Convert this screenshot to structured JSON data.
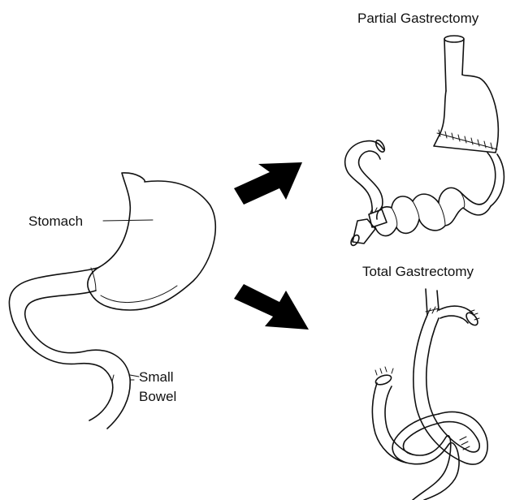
{
  "labels": {
    "partial_title": "Partial Gastrectomy",
    "total_title": "Total Gastrectomy",
    "stomach": "Stomach",
    "small_bowel_line1": "Small",
    "small_bowel_line2": "Bowel"
  },
  "colors": {
    "ink": "#111111",
    "arrow": "#000000",
    "background": "#ffffff"
  }
}
